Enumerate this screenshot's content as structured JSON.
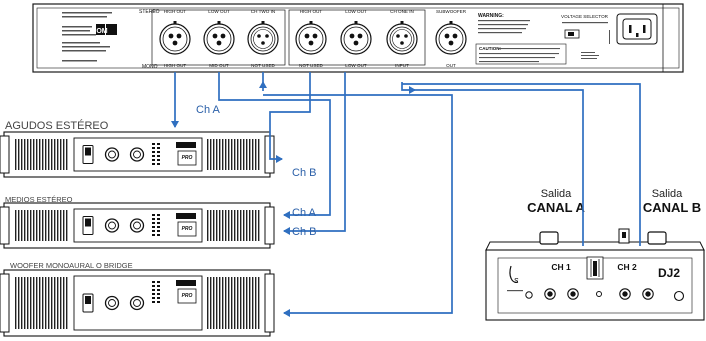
{
  "crossover": {
    "stereo_label": "STEREO",
    "mono_label": "MONO",
    "top_jack_labels": [
      "HIGH OUT",
      "LOW OUT",
      "CH TWO IN",
      "HIGH OUT",
      "LOW OUT",
      "CH ONE IN",
      "SUBWOOFER"
    ],
    "bottom_jack_labels": [
      "HIGH OUT",
      "MID OUT",
      "NOT USED",
      "NOT USED",
      "LOW OUT",
      "INPUT",
      "OUT"
    ],
    "warning_title": "WARNING:",
    "voltage_label": "VOLTAGE SELECTOR",
    "caution_title": "CAUTION:",
    "brand_logo": "IOM"
  },
  "amplifiers": [
    {
      "section_label": "AGUDOS ESTÉREO",
      "badge": "PRO"
    },
    {
      "section_label": "MEDIOS ESTÉREO",
      "badge": "PRO"
    },
    {
      "section_label": "WOOFER MONOAURAL O BRIDGE",
      "badge": "PRO"
    }
  ],
  "connections": {
    "ch_a_top": "Ch A",
    "ch_b_top": "Ch B",
    "ch_a_mid": "Ch A",
    "ch_b_mid": "Ch B"
  },
  "mixer": {
    "salida_a_small": "Salida",
    "salida_a_big": "CANAL A",
    "salida_b_small": "Salida",
    "salida_b_big": "CANAL B",
    "ch1": "CH 1",
    "ch2": "CH 2",
    "model": "DJ2"
  },
  "colors": {
    "cable": "#2f6fc0",
    "outline": "#1a1a1a",
    "panel": "#ffffff"
  }
}
